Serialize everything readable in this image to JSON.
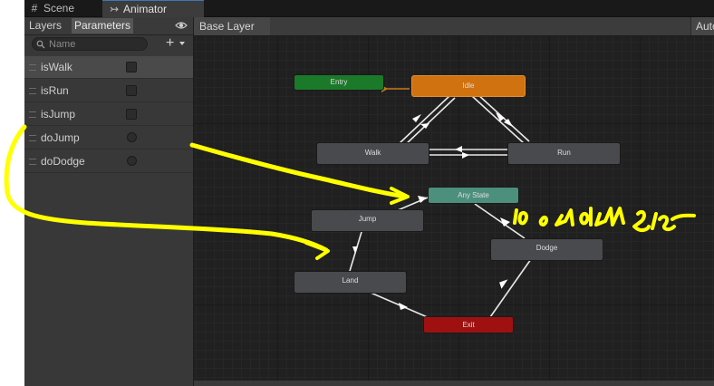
{
  "tabs": {
    "scene": "Scene",
    "animator": "Animator"
  },
  "panel_tabs": {
    "layers": "Layers",
    "parameters": "Parameters"
  },
  "search": {
    "placeholder": "Name"
  },
  "parameters": [
    {
      "name": "isWalk",
      "type": "bool"
    },
    {
      "name": "isRun",
      "type": "bool"
    },
    {
      "name": "isJump",
      "type": "bool"
    },
    {
      "name": "doJump",
      "type": "trigger"
    },
    {
      "name": "doDodge",
      "type": "trigger"
    }
  ],
  "graph": {
    "breadcrumb": "Base Layer",
    "auto_label": "Auto",
    "states": {
      "entry": "Entry",
      "idle": "Idle",
      "walk": "Walk",
      "run": "Run",
      "any": "Any State",
      "jump": "Jump",
      "dodge": "Dodge",
      "land": "Land",
      "exit": "Exit"
    }
  },
  "colors": {
    "entry": "#1b7a29",
    "idle": "#d0720f",
    "any_state": "#4b8f7c",
    "exit": "#9f1111",
    "annotation": "#ffff00",
    "tab_accent": "#3a79bb"
  }
}
